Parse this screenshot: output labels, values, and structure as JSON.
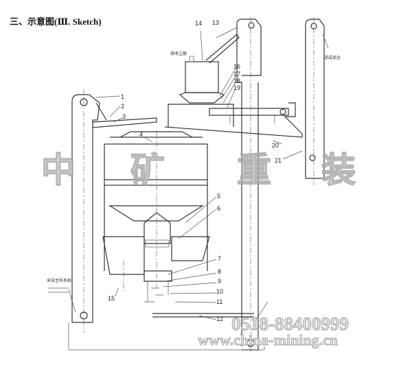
{
  "title": "三、示意图(Ⅲ. Sketch)",
  "callouts": [
    "1",
    "2",
    "3",
    "4",
    "5",
    "6",
    "7",
    "8",
    "9",
    "10",
    "11",
    "12",
    "13",
    "14",
    "15",
    "16",
    "17",
    "18",
    "19",
    "20",
    "21"
  ],
  "notes": {
    "dust_collector": "接收尘器",
    "to_product_silo": "进成品仓",
    "from_raw_system": "来自生料系统"
  },
  "watermark": {
    "chars": [
      "中",
      "矿",
      "重",
      "装"
    ],
    "phone": "0518-88400999",
    "website": "www.china-mining.cn"
  }
}
